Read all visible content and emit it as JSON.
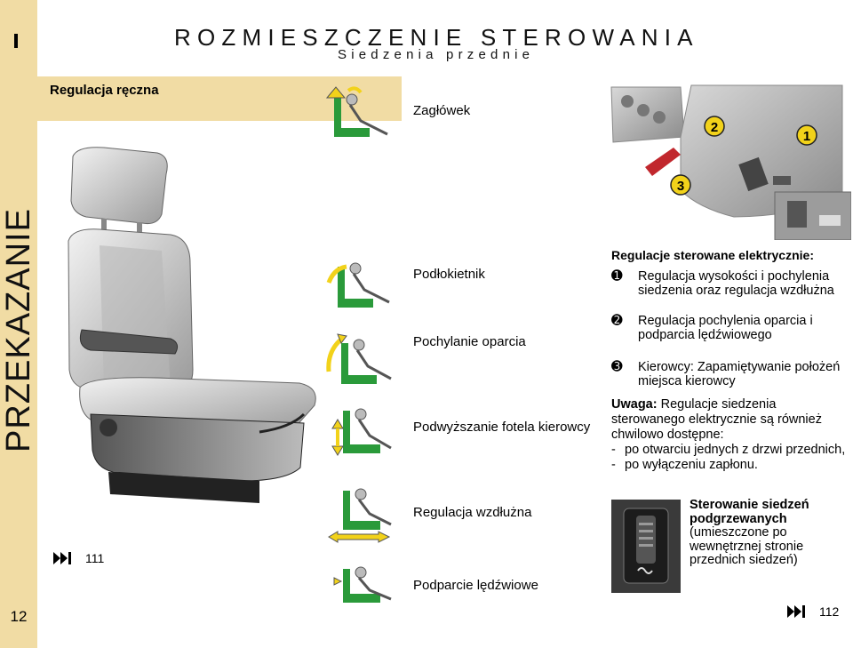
{
  "header": {
    "title": "ROZMIESZCZENIE STEROWANIA",
    "subtitle": "Siedzenia przednie"
  },
  "sidebar": {
    "chapter_label": "PRZEKAZANIE",
    "page_number": "12",
    "accent_color": "#f1dca4"
  },
  "manual_section": {
    "title": "Regulacja ręczna",
    "controls": [
      "Zagłówek",
      "Podłokietnik",
      "Pochylanie oparcia",
      "Podwyższanie fotela kierowcy",
      "Regulacja wzdłużna",
      "Podparcie lędźwiowe"
    ],
    "xref_page": "111"
  },
  "door_photo": {
    "callouts": [
      "2",
      "1",
      "3"
    ]
  },
  "electric_section": {
    "title": "Regulacje sterowane elektrycznie:",
    "items": [
      {
        "num": "➊",
        "text": "Regulacja wysokości i pochylenia siedzenia oraz regulacja wzdłużna"
      },
      {
        "num": "➋",
        "text": "Regulacja pochylenia oparcia i podparcia lędźwiowego"
      },
      {
        "num": "➌",
        "text": "Kierowcy: Zapamiętywanie położeń miejsca kierowcy"
      }
    ],
    "note_label": "Uwaga:",
    "note_text": "Regulacje siedzenia sterowanego elektrycznie są również chwilowo dostępne:",
    "note_items": [
      "po otwarciu jednych z drzwi przednich,",
      "po wyłączeniu zapłonu."
    ],
    "bullet": "-"
  },
  "heated_seats": {
    "title": "Sterowanie siedzeń podgrzewanych",
    "text": "(umieszczone po wewnętrznej stronie przednich siedzeń)",
    "xref_page": "112"
  },
  "icons": {
    "xref": "double-arrow-next-icon",
    "adjust": "seat-adjust-icon",
    "accent_green": "#2a9a3a",
    "arrow_yellow": "#f2d21a"
  }
}
